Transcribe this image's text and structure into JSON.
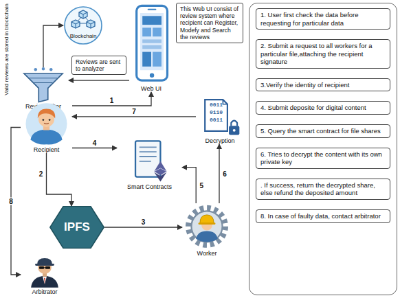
{
  "diagram": {
    "nodes": [
      {
        "text": [
          "Blockchain"
        ]
      },
      {
        "text": [
          "Web UI"
        ]
      },
      {
        "text": [
          "This Web UI consist of review system where recipient can Register, Modefy and Search the reviews"
        ]
      },
      {
        "text": [
          "1. User first check the data before requesting for particular data"
        ]
      },
      {
        "text": [
          "2. Submit a request to all workers for a particular file,attaching the recipient signature"
        ]
      },
      {
        "text": [
          "3.Verify the identity of recipient"
        ]
      },
      {
        "text": [
          "4. Submit deposite for digital content"
        ]
      },
      {
        "text": [
          "5. Query the smart contract for file shares"
        ]
      },
      {
        "text": [
          "6. Tries to decrypt the content with its own private key"
        ]
      },
      {
        "text": [
          ". If success, return the decrypted share, else refund the deposited amount"
        ]
      },
      {
        "text": [
          "8. In case of faulty data, contact arbitrator"
        ]
      },
      {
        "text": [
          "Review Filter"
        ]
      },
      {
        "text": [
          "Reviews are sent to analyzer"
        ]
      },
      {
        "text": [
          "Recipient"
        ]
      },
      {
        "text": [
          "Decryption"
        ]
      },
      {
        "text": [
          "Smart Contracts"
        ]
      },
      {
        "text": [
          "IPFS"
        ]
      },
      {
        "text": [
          "Worker"
        ]
      },
      {
        "text": [
          "Arbitrator"
        ]
      }
    ],
    "edges": [
      {
        "from": 13,
        "to": 1,
        "label": "1",
        "arrow": "to"
      },
      {
        "from": 1,
        "to": 11,
        "arrow": "to"
      },
      {
        "from": 11,
        "to": 0,
        "arrow": "to"
      },
      {
        "from": 13,
        "to": 16,
        "label": "2",
        "arrow": "to"
      },
      {
        "from": 16,
        "to": 17,
        "label": "3",
        "arrow": "to"
      },
      {
        "from": 13,
        "to": 15,
        "label": "4",
        "arrow": "to"
      },
      {
        "from": 17,
        "to": 15,
        "label": "5",
        "arrow": "to"
      },
      {
        "from": 17,
        "to": 14,
        "label": "6",
        "arrow": "to"
      },
      {
        "from": 14,
        "to": 13,
        "label": "7",
        "arrow": "to"
      },
      {
        "from": 13,
        "to": 18,
        "label": "8",
        "arrow": "to"
      }
    ],
    "labels": [
      "Valid reviews are stored in blockchain",
      "0011",
      "0110",
      "0011"
    ]
  }
}
